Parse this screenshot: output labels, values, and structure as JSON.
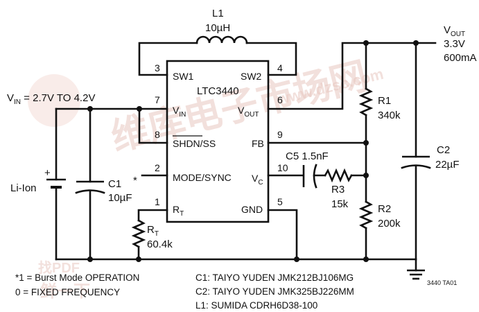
{
  "inductor": {
    "ref": "L1",
    "value": "10µH"
  },
  "vin": {
    "label": "V",
    "sub": "IN",
    "value": " = 2.7V TO 4.2V"
  },
  "vout": {
    "label": "V",
    "sub": "OUT",
    "voltage": "3.3V",
    "current": "600mA"
  },
  "ic": {
    "part": "LTC3440",
    "pins_left": [
      {
        "num": "3",
        "name": "SW1",
        "sub": ""
      },
      {
        "num": "7",
        "name": "V",
        "sub": "IN"
      },
      {
        "num": "8",
        "name": "SHDN/SS",
        "sub": ""
      },
      {
        "num": "2",
        "name": "MODE/SYNC",
        "sub": ""
      },
      {
        "num": "1",
        "name": "R",
        "sub": "T"
      }
    ],
    "pins_right": [
      {
        "num": "4",
        "name": "SW2",
        "sub": ""
      },
      {
        "num": "6",
        "name": "V",
        "sub": "OUT"
      },
      {
        "num": "9",
        "name": "FB",
        "sub": ""
      },
      {
        "num": "10",
        "name": "V",
        "sub": "C"
      },
      {
        "num": "5",
        "name": "GND",
        "sub": ""
      }
    ]
  },
  "components": {
    "battery": "Li-Ion",
    "c1": {
      "ref": "C1",
      "value": "10µF"
    },
    "c2": {
      "ref": "C2",
      "value": "22µF"
    },
    "c5": {
      "ref": "C5",
      "value": "1.5nF"
    },
    "r1": {
      "ref": "R1",
      "value": "340k"
    },
    "r2": {
      "ref": "R2",
      "value": "200k"
    },
    "r3": {
      "ref": "R3",
      "value": "15k"
    },
    "rt": {
      "ref": "R",
      "sub": "T",
      "value": "60.4k"
    }
  },
  "mode_marker": "*",
  "mode_notes": [
    "*1 = Burst Mode OPERATION",
    "0 = FIXED FREQUENCY"
  ],
  "bom": [
    "C1: TAIYO YUDEN JMK212BJ106MG",
    "C2: TAIYO YUDEN JMK325BJ226MM",
    "L1: SUMIDA CDRH6D38-100"
  ],
  "figure_id": "3440 TA01",
  "watermark": {
    "site": "维库电子市场网",
    "url": "www.dzsc.com",
    "pdf": "找PDF",
    "tagline": "鲜一下"
  }
}
